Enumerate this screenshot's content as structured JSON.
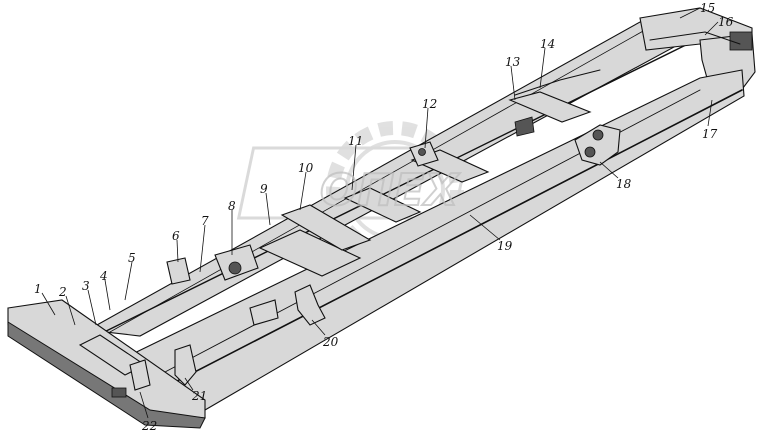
{
  "callouts": [
    {
      "id": "1",
      "text": "1"
    },
    {
      "id": "2",
      "text": "2"
    },
    {
      "id": "3",
      "text": "3"
    },
    {
      "id": "4",
      "text": "4"
    },
    {
      "id": "5",
      "text": "5"
    },
    {
      "id": "6",
      "text": "6"
    },
    {
      "id": "7",
      "text": "7"
    },
    {
      "id": "8",
      "text": "8"
    },
    {
      "id": "9",
      "text": "9"
    },
    {
      "id": "10",
      "text": "10"
    },
    {
      "id": "11",
      "text": "11"
    },
    {
      "id": "12",
      "text": "12"
    },
    {
      "id": "13",
      "text": "13"
    },
    {
      "id": "14",
      "text": "14"
    },
    {
      "id": "15",
      "text": "15"
    },
    {
      "id": "16",
      "text": "16"
    },
    {
      "id": "17",
      "text": "17"
    },
    {
      "id": "18",
      "text": "18"
    },
    {
      "id": "19",
      "text": "19"
    },
    {
      "id": "20",
      "text": "20"
    },
    {
      "id": "21",
      "text": "21"
    },
    {
      "id": "22",
      "text": "22"
    }
  ],
  "watermark": {
    "text": "ОПЕХ"
  },
  "colors": {
    "ink": "#111111",
    "shade": "#d8d8d8",
    "watermark": "#c8c8c8"
  }
}
